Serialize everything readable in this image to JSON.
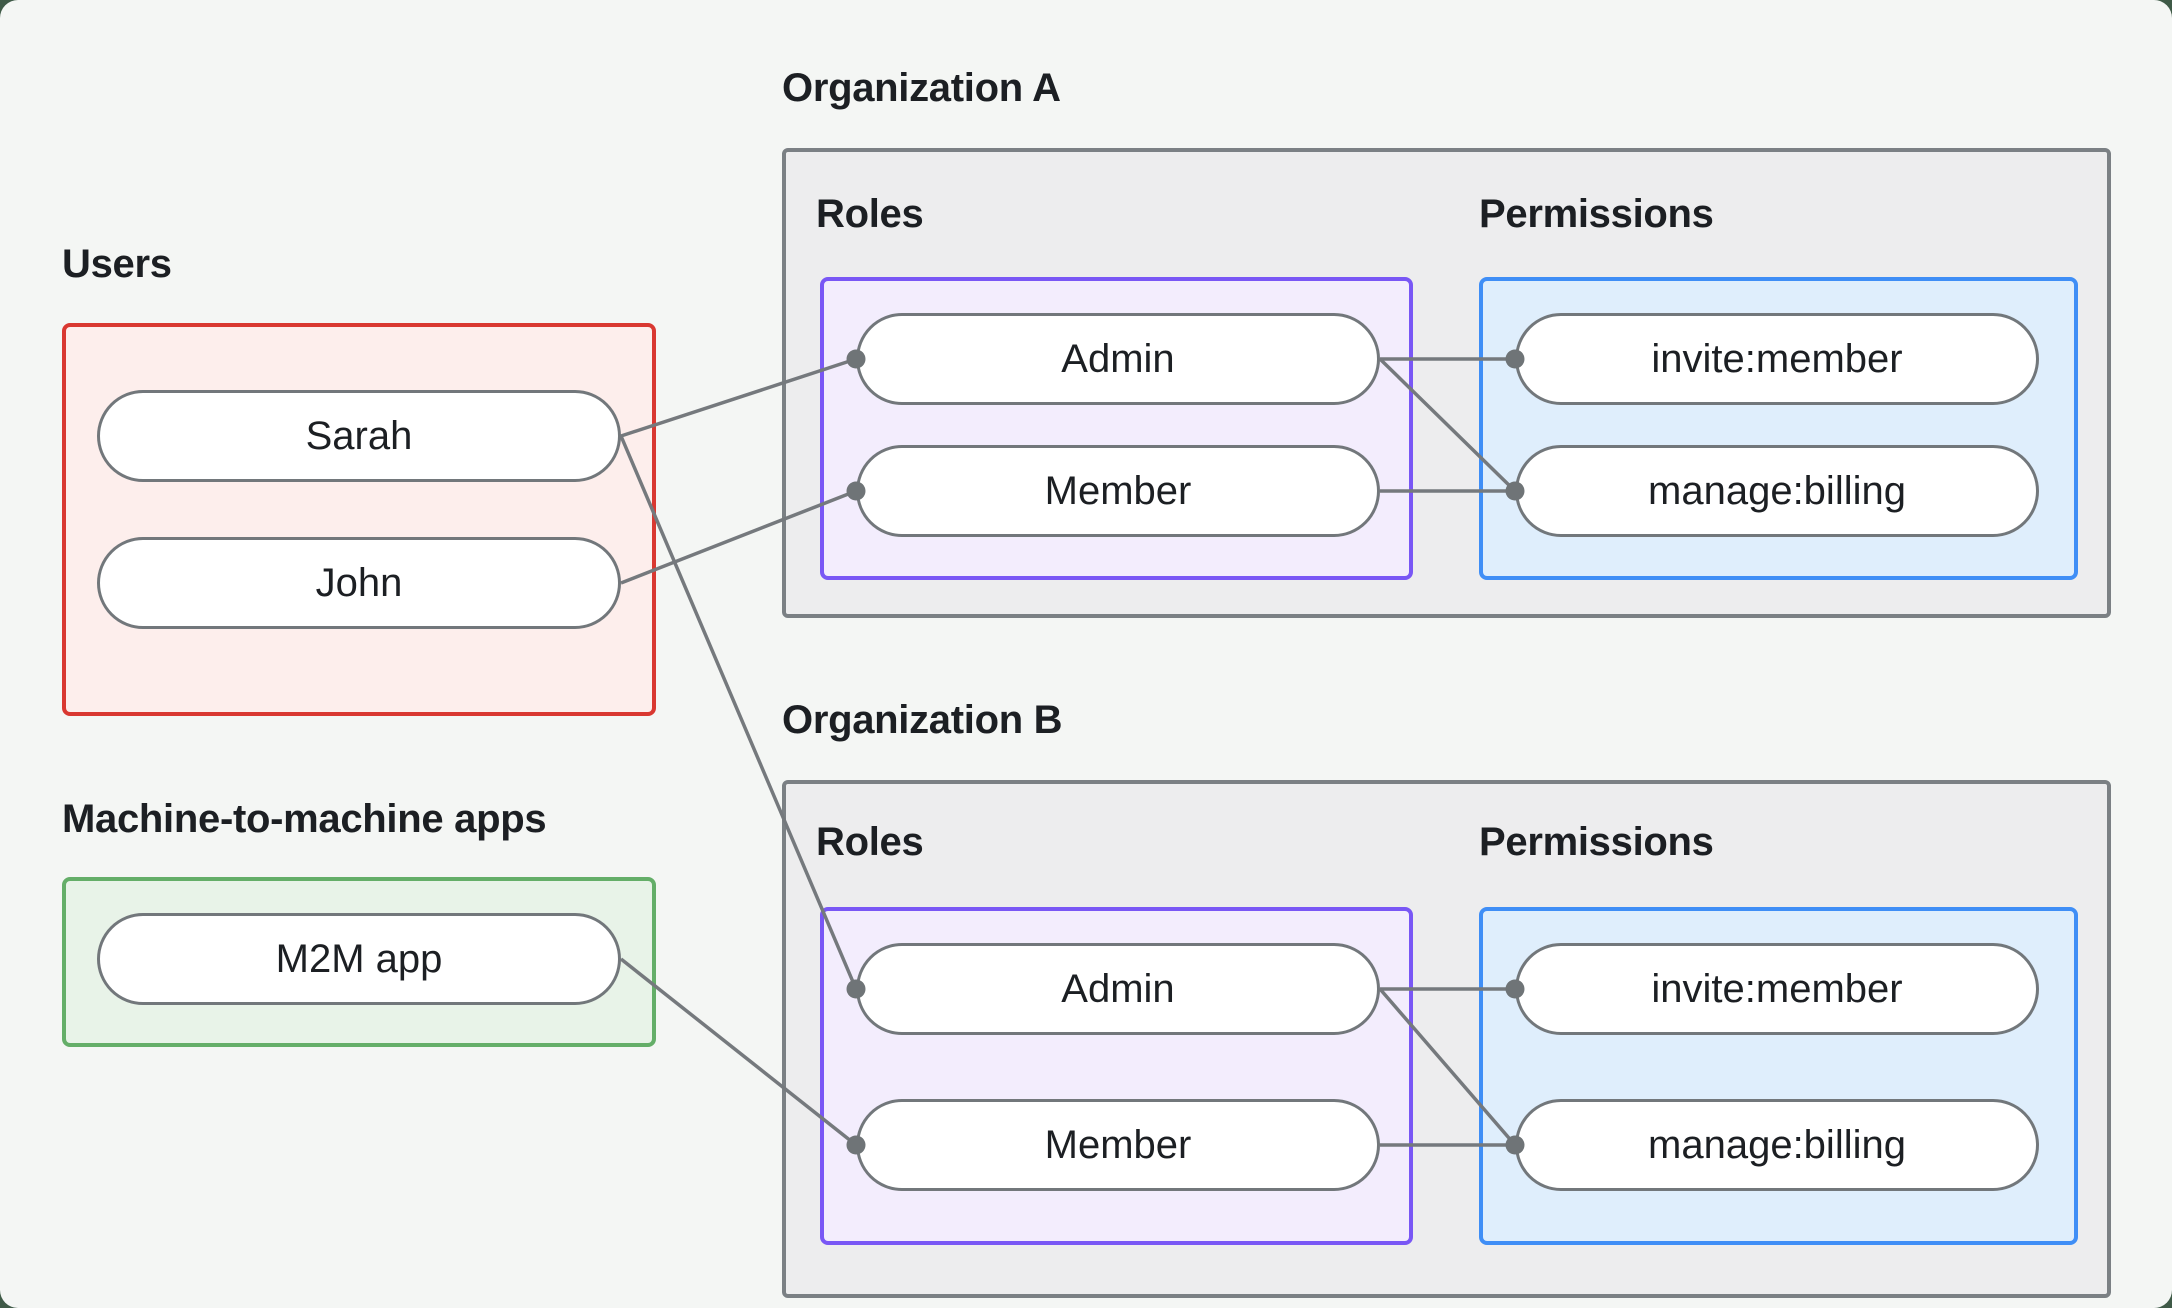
{
  "labels": {
    "users": "Users",
    "m2m_apps": "Machine-to-machine apps"
  },
  "users": [
    "Sarah",
    "John"
  ],
  "m2m_apps": [
    "M2M app"
  ],
  "organizations": [
    {
      "name": "Organization A",
      "roles_label": "Roles",
      "permissions_label": "Permissions",
      "roles": [
        "Admin",
        "Member"
      ],
      "permissions": [
        "invite:member",
        "manage:billing"
      ]
    },
    {
      "name": "Organization B",
      "roles_label": "Roles",
      "permissions_label": "Permissions",
      "roles": [
        "Admin",
        "Member"
      ],
      "permissions": [
        "invite:member",
        "manage:billing"
      ]
    }
  ],
  "connections": [
    {
      "from": "Sarah",
      "to": "Organization A / Admin"
    },
    {
      "from": "Sarah",
      "to": "Organization B / Admin"
    },
    {
      "from": "John",
      "to": "Organization A / Member"
    },
    {
      "from": "M2M app",
      "to": "Organization B / Member"
    },
    {
      "from": "Organization A / Admin",
      "to": "Organization A / invite:member"
    },
    {
      "from": "Organization A / Admin",
      "to": "Organization A / manage:billing"
    },
    {
      "from": "Organization A / Member",
      "to": "Organization A / manage:billing"
    },
    {
      "from": "Organization B / Admin",
      "to": "Organization B / invite:member"
    },
    {
      "from": "Organization B / Admin",
      "to": "Organization B / manage:billing"
    },
    {
      "from": "Organization B / Member",
      "to": "Organization B / manage:billing"
    }
  ],
  "colors": {
    "background_outer": "#3f5a47",
    "background_panel": "#f4f6f4",
    "users_border": "#d93831",
    "m2m_border": "#64ae68",
    "roles_border": "#7957f5",
    "permissions_border": "#3f8ef6",
    "org_border": "#7b8084",
    "connector": "#75797d"
  }
}
